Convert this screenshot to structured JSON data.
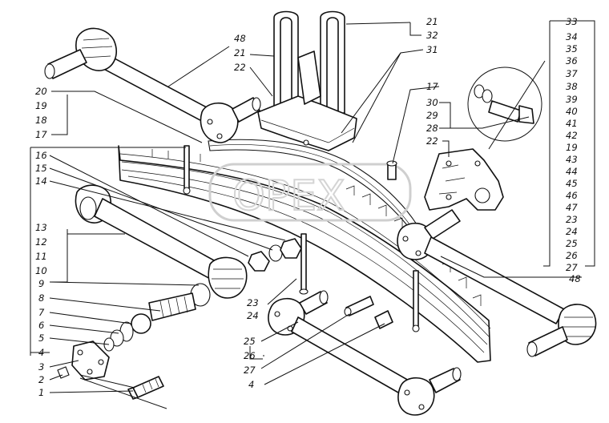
{
  "callouts": {
    "c48a": "48",
    "c21a": "21",
    "c22a": "22",
    "c21b": "21",
    "c32": "32",
    "c31": "31",
    "c20": "20",
    "c19a": "19",
    "c18": "18",
    "c17a": "17",
    "c16": "16",
    "c15": "15",
    "c14": "14",
    "c13": "13",
    "c12": "12",
    "c11": "11",
    "c10": "10",
    "c9": "9",
    "c8": "8",
    "c7": "7",
    "c6": "6",
    "c5": "5",
    "c4a": "4",
    "c3": "3",
    "c2": "2",
    "c1": "1",
    "c17b": "17",
    "c30": "30",
    "c29": "29",
    "c28": "28",
    "c22b": "22",
    "c33": "33",
    "c34": "34",
    "c35": "35",
    "c36": "36",
    "c37": "37",
    "c38": "38",
    "c39": "39",
    "c40": "40",
    "c41": "41",
    "c42": "42",
    "c19b": "19",
    "c43": "43",
    "c44": "44",
    "c45": "45",
    "c46": "46",
    "c47": "47",
    "c23a": "23",
    "c24a": "24",
    "c25a": "25",
    "c26a": "26",
    "c27a": "27",
    "c48b": "48",
    "c23b": "23",
    "c24b": "24",
    "c25b": "25",
    "c26b": "26",
    "c27b": "27",
    "c4b": "4"
  },
  "watermark": "ОРЕХ"
}
